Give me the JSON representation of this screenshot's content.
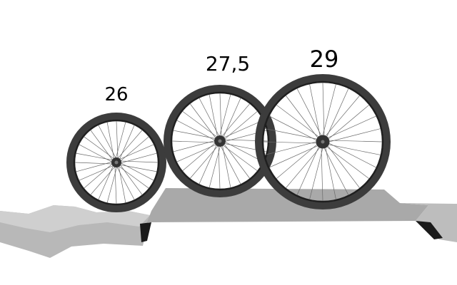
{
  "wheels": [
    {
      "label": "26"
    },
    {
      "label": "27,5"
    },
    {
      "label": "29"
    }
  ],
  "colors": {
    "background": "#ffffff",
    "tire": "#3c3c3c",
    "rim": "#1f1f1f",
    "hub": "#333333",
    "ground_top": "#a9a9a9",
    "ground_side": "#c9c9c9",
    "ground_shadow": "#1a1a1a"
  }
}
